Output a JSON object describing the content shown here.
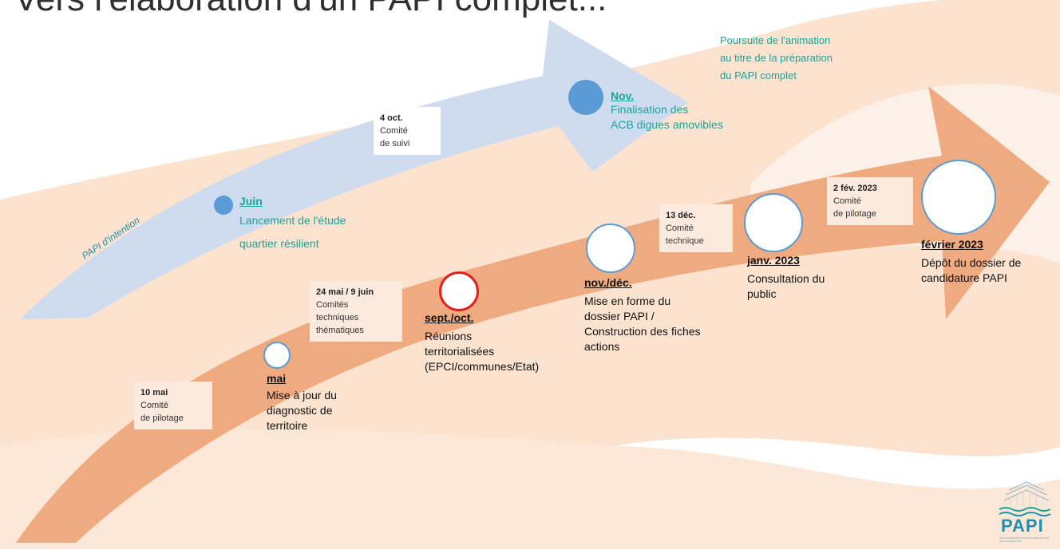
{
  "title": "Vers l'élaboration d'un PAPI complet...",
  "arrow_label": "PAPI d'intention",
  "top_note": [
    "Poursuite de l'animation",
    "au titre de la préparation",
    "du PAPI complet"
  ],
  "committees": [
    {
      "date": "4 oct.",
      "lines": [
        "Comité",
        "de suivi"
      ]
    },
    {
      "date": "10 mai",
      "lines": [
        "Comité",
        "de pilotage"
      ]
    },
    {
      "date": "24 mai / 9 juin",
      "lines": [
        "Comités",
        "techniques",
        "thématiques"
      ]
    },
    {
      "date": "13 déc.",
      "lines": [
        "Comité",
        "technique"
      ]
    },
    {
      "date": "2 fév. 2023",
      "lines": [
        "Comité",
        "de pilotage"
      ]
    }
  ],
  "milestones": [
    {
      "label": "Juin",
      "desc": [
        "Lancement de l'étude",
        "quartier résilient"
      ]
    },
    {
      "label": "Nov.",
      "desc": [
        "Finalisation des",
        "ACB digues amovibles"
      ]
    },
    {
      "label": "mai",
      "desc": [
        "Mise à jour du",
        "diagnostic de",
        "territoire"
      ]
    },
    {
      "label": "sept./oct.",
      "desc": [
        "Réunions",
        "territorialisées",
        "(EPCI/communes/Etat)"
      ]
    },
    {
      "label": "nov./déc.",
      "desc": [
        "Mise en forme du",
        "dossier PAPI /",
        "Construction des fiches",
        "actions"
      ]
    },
    {
      "label": "janv. 2023",
      "desc": [
        "Consultation du",
        "public"
      ]
    },
    {
      "label": "février 2023",
      "desc": [
        "Dépôt du dossier de",
        "candidature PAPI"
      ]
    }
  ],
  "logo": {
    "text": "PAPI",
    "subtext": "PROGRAMME D'ACTIONS DE PREVENTION DES INONDATIONS"
  },
  "colors": {
    "blue_arrow": "#cfdcef",
    "orange_arrow": "#f0aa80",
    "background_wave": "#fbe3d0",
    "teal_text": "#1aa39a",
    "blue_dot": "#5b9bd5",
    "red_ring": "#e02020"
  }
}
